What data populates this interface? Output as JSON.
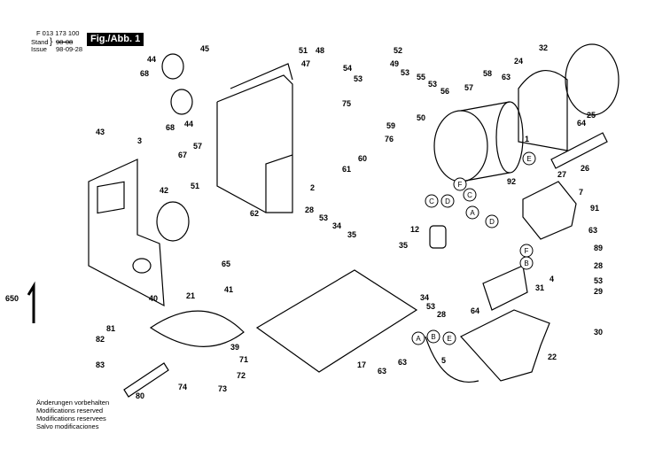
{
  "header": {
    "doc_number": "F 013 173 100",
    "stand_label": "Stand",
    "issue_label": "Issue",
    "stand_value_crossed": "98-08",
    "issue_date": "98-09-28",
    "figure_label": "Fig./Abb. 1"
  },
  "footer": {
    "lines": [
      "Änderungen vorbehalten",
      "Modifications reserved",
      "Modifications reservees",
      "Salvo modificaciones"
    ]
  },
  "part_labels": [
    {
      "id": "45"
    },
    {
      "id": "44"
    },
    {
      "id": "68"
    },
    {
      "id": "44b",
      "text": "44"
    },
    {
      "id": "68b",
      "text": "68"
    },
    {
      "id": "51"
    },
    {
      "id": "47"
    },
    {
      "id": "48"
    },
    {
      "id": "54"
    },
    {
      "id": "53"
    },
    {
      "id": "75"
    },
    {
      "id": "52"
    },
    {
      "id": "49"
    },
    {
      "id": "53b",
      "text": "53"
    },
    {
      "id": "55"
    },
    {
      "id": "53c",
      "text": "53"
    },
    {
      "id": "56"
    },
    {
      "id": "58"
    },
    {
      "id": "57"
    },
    {
      "id": "63"
    },
    {
      "id": "24"
    },
    {
      "id": "32"
    },
    {
      "id": "25"
    },
    {
      "id": "64"
    },
    {
      "id": "26"
    },
    {
      "id": "1"
    },
    {
      "id": "50"
    },
    {
      "id": "59"
    },
    {
      "id": "76"
    },
    {
      "id": "60"
    },
    {
      "id": "61"
    },
    {
      "id": "43"
    },
    {
      "id": "3"
    },
    {
      "id": "57b",
      "text": "57"
    },
    {
      "id": "67"
    },
    {
      "id": "2"
    },
    {
      "id": "42"
    },
    {
      "id": "51b",
      "text": "51"
    },
    {
      "id": "62"
    },
    {
      "id": "92"
    },
    {
      "id": "27"
    },
    {
      "id": "7"
    },
    {
      "id": "91"
    },
    {
      "id": "63b",
      "text": "63"
    },
    {
      "id": "12"
    },
    {
      "id": "28"
    },
    {
      "id": "53d",
      "text": "53"
    },
    {
      "id": "34"
    },
    {
      "id": "35"
    },
    {
      "id": "89"
    },
    {
      "id": "28b",
      "text": "28"
    },
    {
      "id": "4"
    },
    {
      "id": "53e",
      "text": "53"
    },
    {
      "id": "29"
    },
    {
      "id": "31"
    },
    {
      "id": "35b",
      "text": "35"
    },
    {
      "id": "34b",
      "text": "34"
    },
    {
      "id": "53f",
      "text": "53"
    },
    {
      "id": "28c",
      "text": "28"
    },
    {
      "id": "64b",
      "text": "64"
    },
    {
      "id": "65"
    },
    {
      "id": "41"
    },
    {
      "id": "650"
    },
    {
      "id": "40"
    },
    {
      "id": "21"
    },
    {
      "id": "30"
    },
    {
      "id": "81"
    },
    {
      "id": "82"
    },
    {
      "id": "83"
    },
    {
      "id": "39"
    },
    {
      "id": "71"
    },
    {
      "id": "72"
    },
    {
      "id": "17"
    },
    {
      "id": "63c",
      "text": "63"
    },
    {
      "id": "63d",
      "text": "63"
    },
    {
      "id": "5"
    },
    {
      "id": "22"
    },
    {
      "id": "80"
    },
    {
      "id": "74"
    },
    {
      "id": "73"
    }
  ],
  "wire_callouts": [
    "A",
    "B",
    "C",
    "D",
    "E",
    "F"
  ]
}
